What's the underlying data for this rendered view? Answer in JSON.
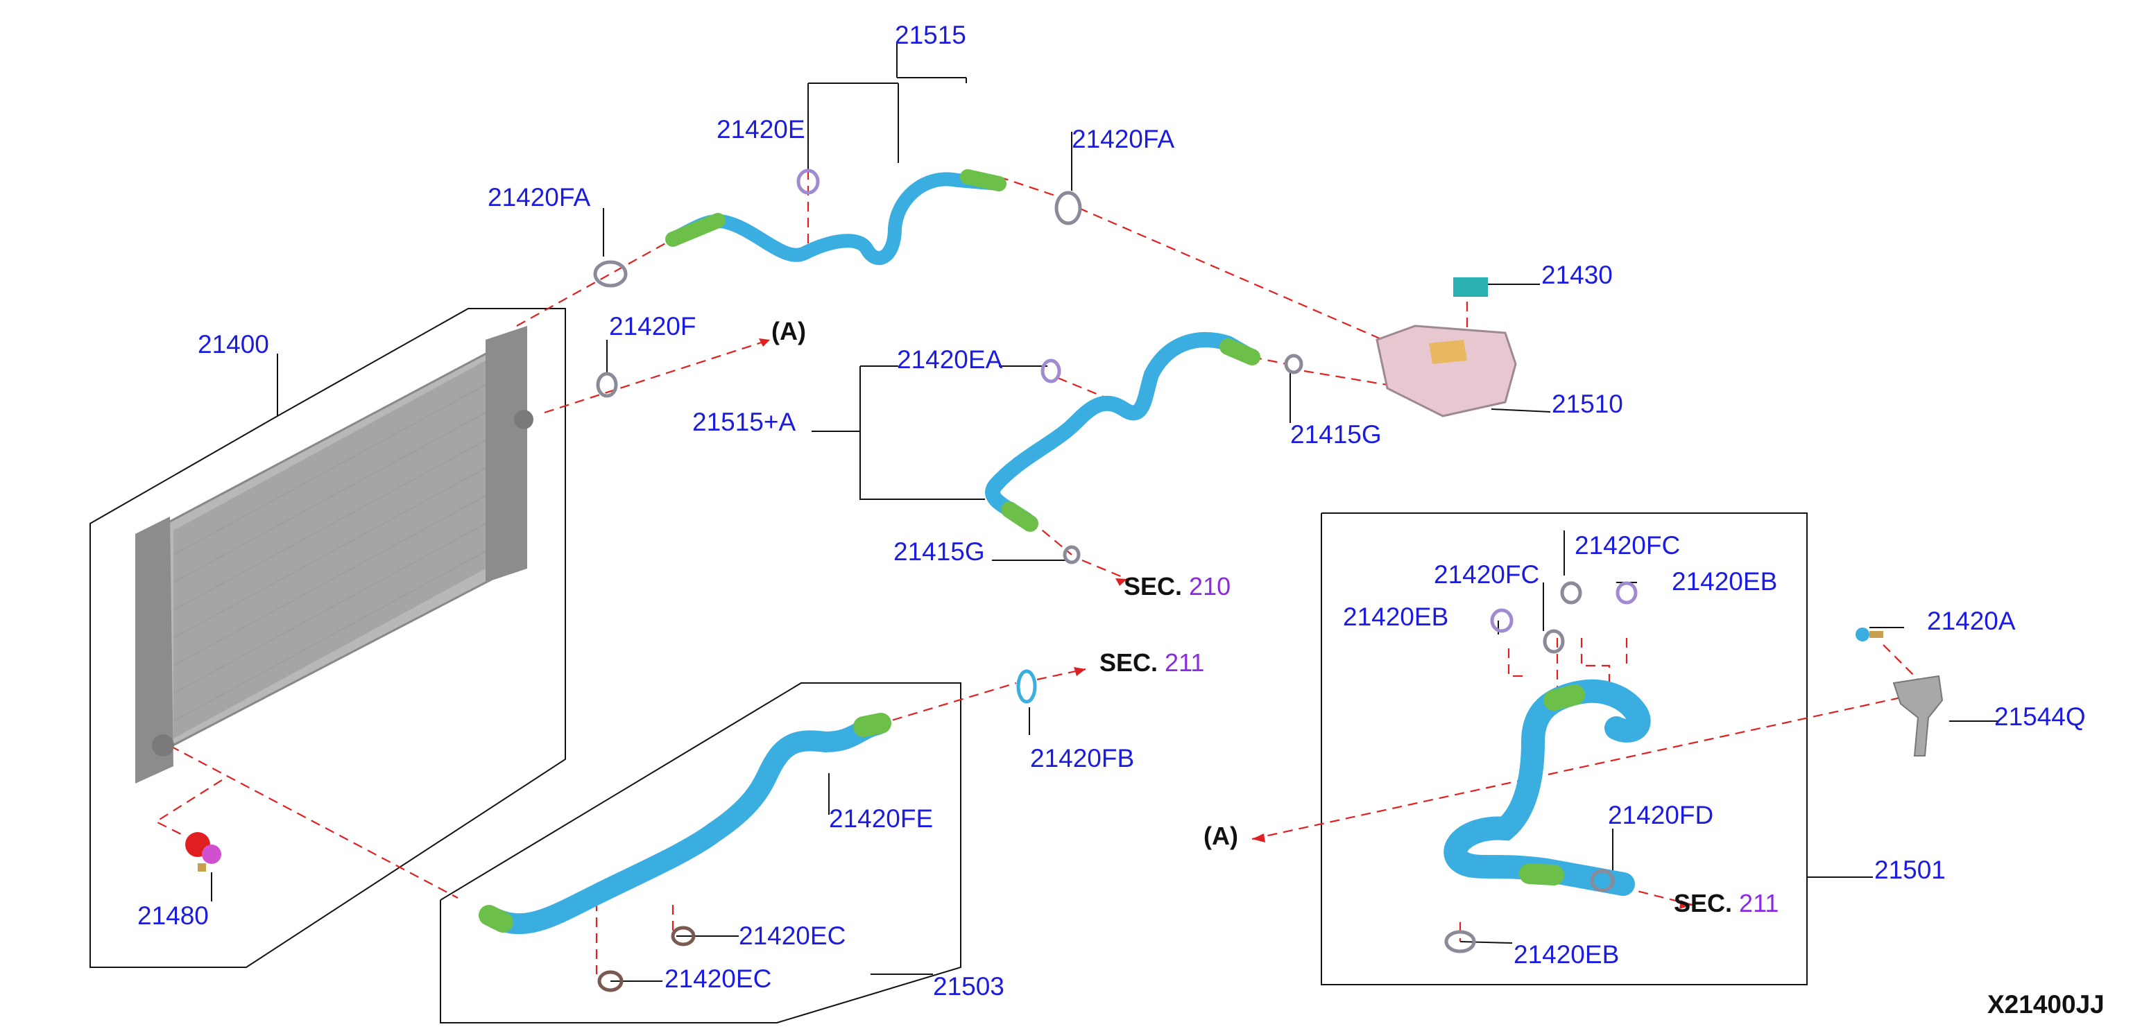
{
  "colors": {
    "label": "#1c1ce0",
    "leader": "#111111",
    "dash": "#e02020",
    "hose": "#3aaee0",
    "hose_end": "#6cc04a",
    "clamp": "#9a9aa8",
    "clamp_purple": "#a08ad0",
    "radiator": "#a8a8a8",
    "reservoir": "#e8c8d0",
    "cap": "#2ab0b0",
    "sec_number": "#8a2be2"
  },
  "labels": {
    "p21515": "21515",
    "p21420E": "21420E",
    "p21420FA_top": "21420FA",
    "p21420FA_left": "21420FA",
    "p21430": "21430",
    "p21400": "21400",
    "p21420F": "21420F",
    "p21420EA": "21420EA",
    "p21515A": "21515+A",
    "p21510": "21510",
    "p21415G_right": "21415G",
    "p21415G_left": "21415G",
    "p21420FC_a": "21420FC",
    "p21420FC_b": "21420FC",
    "p21420EB_right": "21420EB",
    "p21420EB_left": "21420EB",
    "p21420A": "21420A",
    "p21544Q": "21544Q",
    "p21420FB": "21420FB",
    "p21420FE": "21420FE",
    "p21420FD": "21420FD",
    "p21501": "21501",
    "p21480": "21480",
    "p21420EC_a": "21420EC",
    "p21420EC_b": "21420EC",
    "p21503": "21503",
    "p21420EB_bottom": "21420EB"
  },
  "refs": {
    "a_top": "(A)",
    "a_bottom": "(A)",
    "sec_word": "SEC.",
    "sec_210": "210",
    "sec_211_top": "211",
    "sec_211_right": "211"
  },
  "diagram_code": "X21400JJ"
}
